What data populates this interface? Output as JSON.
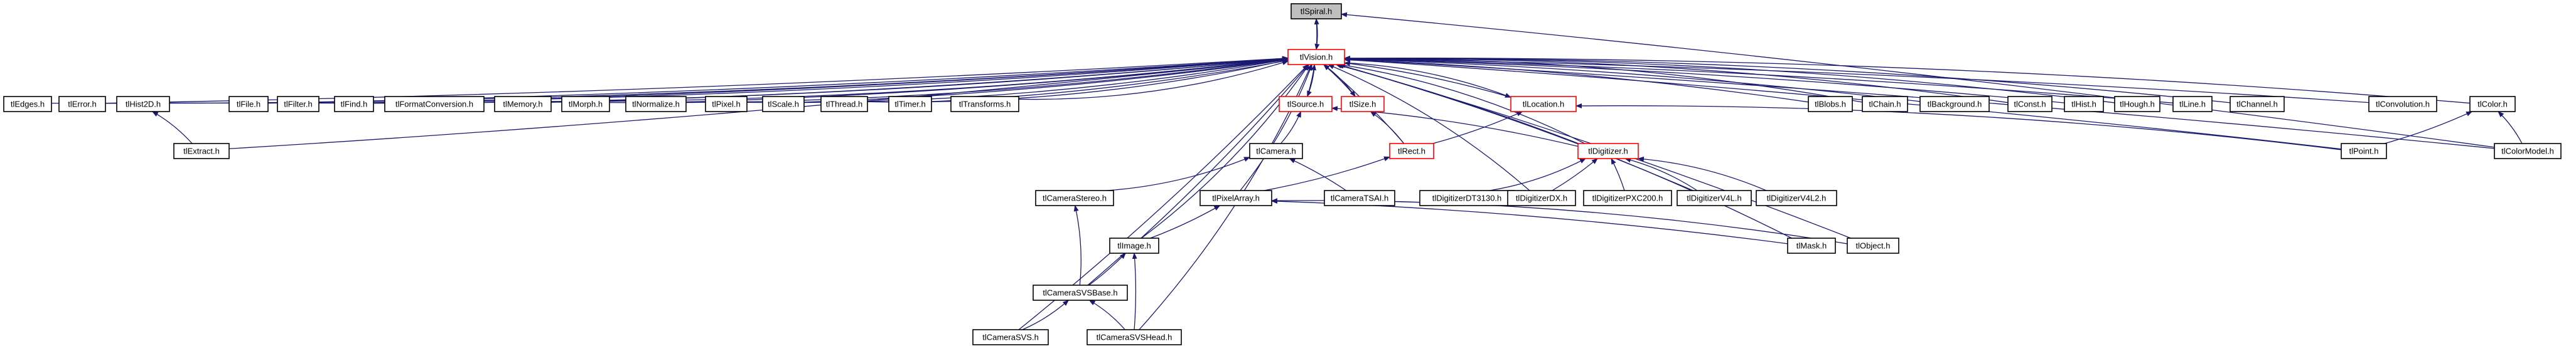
{
  "colors": {
    "edge": "#191970",
    "node_border": "#000000",
    "highlight_border": "#ff0000",
    "root_fill": "#bfbfbf",
    "background": "#ffffff"
  },
  "nodes": [
    {
      "id": "tlSpiral",
      "label": "tlSpiral.h",
      "style": "root"
    },
    {
      "id": "tlVision",
      "label": "tlVision.h",
      "style": "red"
    },
    {
      "id": "tlEdges",
      "label": "tlEdges.h",
      "style": "normal"
    },
    {
      "id": "tlError",
      "label": "tlError.h",
      "style": "normal"
    },
    {
      "id": "tlHist2D",
      "label": "tlHist2D.h",
      "style": "normal"
    },
    {
      "id": "tlFile",
      "label": "tlFile.h",
      "style": "normal"
    },
    {
      "id": "tlFilter",
      "label": "tlFilter.h",
      "style": "normal"
    },
    {
      "id": "tlFind",
      "label": "tlFind.h",
      "style": "normal"
    },
    {
      "id": "tlFormatConversion",
      "label": "tlFormatConversion.h",
      "style": "normal"
    },
    {
      "id": "tlMemory",
      "label": "tlMemory.h",
      "style": "normal"
    },
    {
      "id": "tlMorph",
      "label": "tlMorph.h",
      "style": "normal"
    },
    {
      "id": "tlNormalize",
      "label": "tlNormalize.h",
      "style": "normal"
    },
    {
      "id": "tlPixel",
      "label": "tlPixel.h",
      "style": "normal"
    },
    {
      "id": "tlScale",
      "label": "tlScale.h",
      "style": "normal"
    },
    {
      "id": "tlThread",
      "label": "tlThread.h",
      "style": "normal"
    },
    {
      "id": "tlTimer",
      "label": "tlTimer.h",
      "style": "normal"
    },
    {
      "id": "tlTransforms",
      "label": "tlTransforms.h",
      "style": "normal"
    },
    {
      "id": "tlSource",
      "label": "tlSource.h",
      "style": "red"
    },
    {
      "id": "tlSize",
      "label": "tlSize.h",
      "style": "red"
    },
    {
      "id": "tlLocation",
      "label": "tlLocation.h",
      "style": "red"
    },
    {
      "id": "tlBlobs",
      "label": "tlBlobs.h",
      "style": "normal"
    },
    {
      "id": "tlChain",
      "label": "tlChain.h",
      "style": "normal"
    },
    {
      "id": "tlBackground",
      "label": "tlBackground.h",
      "style": "normal"
    },
    {
      "id": "tlConst",
      "label": "tlConst.h",
      "style": "normal"
    },
    {
      "id": "tlHist",
      "label": "tlHist.h",
      "style": "normal"
    },
    {
      "id": "tlHough",
      "label": "tlHough.h",
      "style": "normal"
    },
    {
      "id": "tlLine",
      "label": "tlLine.h",
      "style": "normal"
    },
    {
      "id": "tlChannel",
      "label": "tlChannel.h",
      "style": "normal"
    },
    {
      "id": "tlConvolution",
      "label": "tlConvolution.h",
      "style": "normal"
    },
    {
      "id": "tlColor",
      "label": "tlColor.h",
      "style": "normal"
    },
    {
      "id": "tlExtract",
      "label": "tlExtract.h",
      "style": "normal"
    },
    {
      "id": "tlCamera",
      "label": "tlCamera.h",
      "style": "normal"
    },
    {
      "id": "tlRect",
      "label": "tlRect.h",
      "style": "red"
    },
    {
      "id": "tlDigitizer",
      "label": "tlDigitizer.h",
      "style": "red"
    },
    {
      "id": "tlPoint",
      "label": "tlPoint.h",
      "style": "normal"
    },
    {
      "id": "tlColorModel",
      "label": "tlColorModel.h",
      "style": "normal"
    },
    {
      "id": "tlCameraStereo",
      "label": "tlCameraStereo.h",
      "style": "normal"
    },
    {
      "id": "tlPixelArray",
      "label": "tlPixelArray.h",
      "style": "normal"
    },
    {
      "id": "tlCameraTSAI",
      "label": "tlCameraTSAI.h",
      "style": "normal"
    },
    {
      "id": "tlDigitizerDT3130",
      "label": "tlDigitizerDT3130.h",
      "style": "normal"
    },
    {
      "id": "tlDigitizerDX",
      "label": "tlDigitizerDX.h",
      "style": "normal"
    },
    {
      "id": "tlDigitizerPXC200",
      "label": "tlDigitizerPXC200.h",
      "style": "normal"
    },
    {
      "id": "tlDigitizerV4L",
      "label": "tlDigitizerV4L.h",
      "style": "normal"
    },
    {
      "id": "tlDigitizerV4L2",
      "label": "tlDigitizerV4L2.h",
      "style": "normal"
    },
    {
      "id": "tlImage",
      "label": "tlImage.h",
      "style": "normal"
    },
    {
      "id": "tlMask",
      "label": "tlMask.h",
      "style": "normal"
    },
    {
      "id": "tlObject",
      "label": "tlObject.h",
      "style": "normal"
    },
    {
      "id": "tlCameraSVSBase",
      "label": "tlCameraSVSBase.h",
      "style": "normal"
    },
    {
      "id": "tlCameraSVS",
      "label": "tlCameraSVS.h",
      "style": "normal"
    },
    {
      "id": "tlCameraSVSHead",
      "label": "tlCameraSVSHead.h",
      "style": "normal"
    }
  ],
  "edges": [
    [
      "tlVision",
      "tlSpiral"
    ],
    [
      "tlSpiral",
      "tlVision"
    ],
    [
      "tlColorModel",
      "tlSpiral"
    ],
    [
      "tlEdges",
      "tlVision"
    ],
    [
      "tlError",
      "tlVision"
    ],
    [
      "tlHist2D",
      "tlVision"
    ],
    [
      "tlFile",
      "tlVision"
    ],
    [
      "tlFilter",
      "tlVision"
    ],
    [
      "tlFind",
      "tlVision"
    ],
    [
      "tlFormatConversion",
      "tlVision"
    ],
    [
      "tlMemory",
      "tlVision"
    ],
    [
      "tlMorph",
      "tlVision"
    ],
    [
      "tlNormalize",
      "tlVision"
    ],
    [
      "tlPixel",
      "tlVision"
    ],
    [
      "tlScale",
      "tlVision"
    ],
    [
      "tlThread",
      "tlVision"
    ],
    [
      "tlTimer",
      "tlVision"
    ],
    [
      "tlTransforms",
      "tlVision"
    ],
    [
      "tlSource",
      "tlVision"
    ],
    [
      "tlVision",
      "tlSource"
    ],
    [
      "tlSize",
      "tlVision"
    ],
    [
      "tlVision",
      "tlSize"
    ],
    [
      "tlLocation",
      "tlVision"
    ],
    [
      "tlVision",
      "tlLocation"
    ],
    [
      "tlBlobs",
      "tlVision"
    ],
    [
      "tlChain",
      "tlVision"
    ],
    [
      "tlBackground",
      "tlVision"
    ],
    [
      "tlConst",
      "tlVision"
    ],
    [
      "tlHist",
      "tlVision"
    ],
    [
      "tlHough",
      "tlVision"
    ],
    [
      "tlLine",
      "tlVision"
    ],
    [
      "tlChannel",
      "tlVision"
    ],
    [
      "tlConvolution",
      "tlVision"
    ],
    [
      "tlColor",
      "tlVision"
    ],
    [
      "tlExtract",
      "tlVision"
    ],
    [
      "tlExtract",
      "tlHist2D"
    ],
    [
      "tlRect",
      "tlVision"
    ],
    [
      "tlRect",
      "tlSize"
    ],
    [
      "tlRect",
      "tlLocation"
    ],
    [
      "tlDigitizer",
      "tlVision"
    ],
    [
      "tlDigitizer",
      "tlSource"
    ],
    [
      "tlCamera",
      "tlSource"
    ],
    [
      "tlPoint",
      "tlVision"
    ],
    [
      "tlPoint",
      "tlLocation"
    ],
    [
      "tlPoint",
      "tlColor"
    ],
    [
      "tlColorModel",
      "tlColor"
    ],
    [
      "tlColorModel",
      "tlVision"
    ],
    [
      "tlCameraStereo",
      "tlCamera"
    ],
    [
      "tlCameraTSAI",
      "tlCamera"
    ],
    [
      "tlPixelArray",
      "tlVision"
    ],
    [
      "tlPixelArray",
      "tlRect"
    ],
    [
      "tlDigitizerDT3130",
      "tlDigitizer"
    ],
    [
      "tlDigitizerDX",
      "tlDigitizer"
    ],
    [
      "tlDigitizerDX",
      "tlVision"
    ],
    [
      "tlDigitizerPXC200",
      "tlDigitizer"
    ],
    [
      "tlDigitizerV4L",
      "tlDigitizer"
    ],
    [
      "tlDigitizerV4L",
      "tlVision"
    ],
    [
      "tlDigitizerV4L2",
      "tlDigitizer"
    ],
    [
      "tlImage",
      "tlPixelArray"
    ],
    [
      "tlImage",
      "tlVision"
    ],
    [
      "tlMask",
      "tlPixelArray"
    ],
    [
      "tlMask",
      "tlVision"
    ],
    [
      "tlObject",
      "tlVision"
    ],
    [
      "tlObject",
      "tlPixelArray"
    ],
    [
      "tlCameraSVSBase",
      "tlImage"
    ],
    [
      "tlCameraSVSBase",
      "tlCameraStereo"
    ],
    [
      "tlCameraSVSBase",
      "tlVision"
    ],
    [
      "tlCameraSVS",
      "tlCameraSVSBase"
    ],
    [
      "tlCameraSVS",
      "tlVision"
    ],
    [
      "tlCameraSVSHead",
      "tlCameraSVSBase"
    ],
    [
      "tlCameraSVSHead",
      "tlImage"
    ],
    [
      "tlCameraSVSHead",
      "tlVision"
    ]
  ]
}
